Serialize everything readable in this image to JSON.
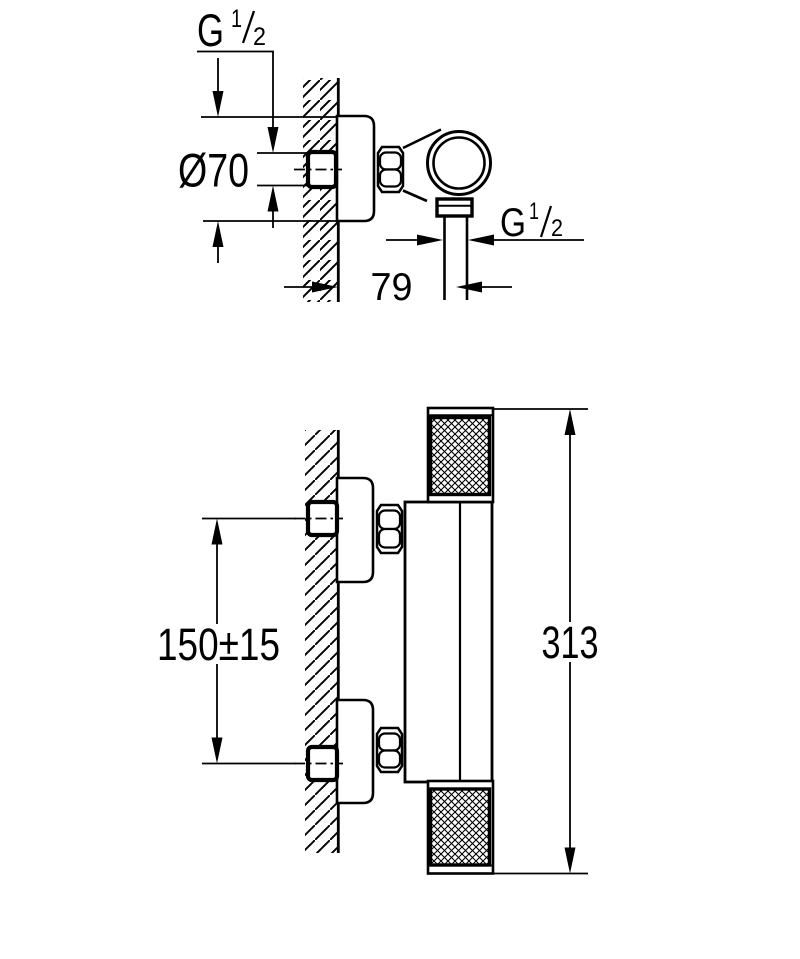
{
  "page": {
    "background": "#ffffff",
    "line_color": "#000000"
  },
  "labels": {
    "wall_union_thread": {
      "letter": "G",
      "numerator": "1",
      "denominator": "2"
    },
    "escutcheon_diameter": "Ø70",
    "outlet_thread": {
      "letter": "G",
      "numerator": "1",
      "denominator": "2"
    },
    "wall_to_outlet": "79",
    "connection_spacing": "150±15",
    "overall_length": "313"
  }
}
